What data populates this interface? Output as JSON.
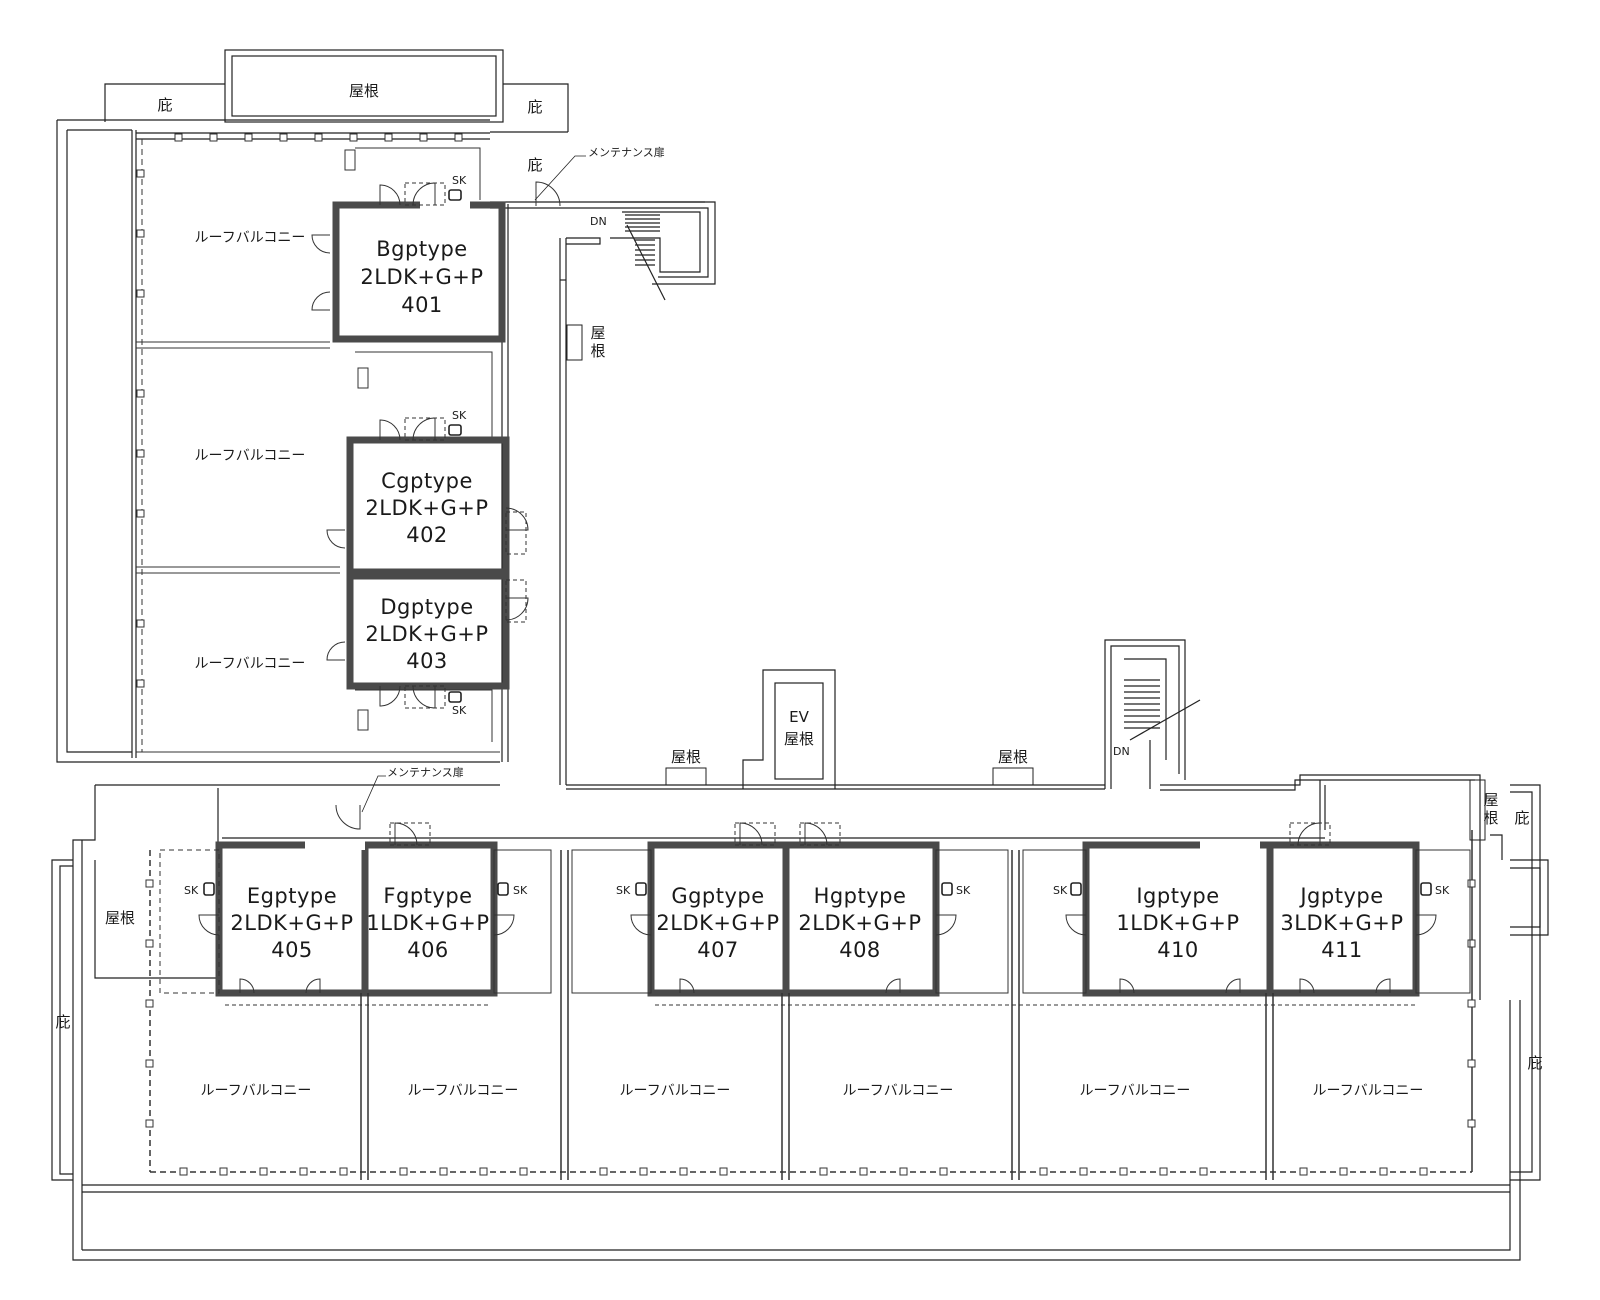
{
  "units": [
    {
      "type": "Bgptype",
      "layout": "2LDK+G+P",
      "number": "401"
    },
    {
      "type": "Cgptype",
      "layout": "2LDK+G+P",
      "number": "402"
    },
    {
      "type": "Dgptype",
      "layout": "2LDK+G+P",
      "number": "403"
    },
    {
      "type": "Egptype",
      "layout": "2LDK+G+P",
      "number": "405"
    },
    {
      "type": "Fgptype",
      "layout": "1LDK+G+P",
      "number": "406"
    },
    {
      "type": "Ggptype",
      "layout": "2LDK+G+P",
      "number": "407"
    },
    {
      "type": "Hgptype",
      "layout": "2LDK+G+P",
      "number": "408"
    },
    {
      "type": "Igptype",
      "layout": "1LDK+G+P",
      "number": "410"
    },
    {
      "type": "Jgptype",
      "layout": "3LDK+G+P",
      "number": "411"
    }
  ],
  "labels": {
    "roof_balcony": "ルーフバルコニー",
    "roof": "屋根",
    "roof_v": [
      "屋",
      "根"
    ],
    "eaves": "庇",
    "maintenance_door": "メンテナンス扉",
    "sink": "SK",
    "down": "DN",
    "ev_roof": [
      "EV",
      "屋根"
    ]
  }
}
